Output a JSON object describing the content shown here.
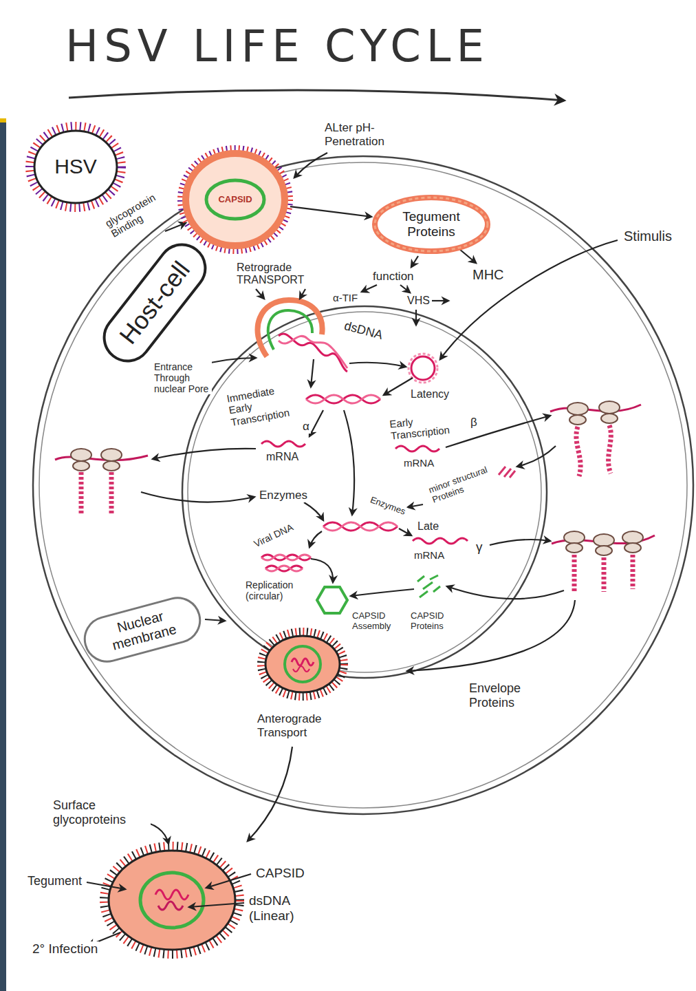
{
  "diagram": {
    "title": "HSV LIFE CYCLE",
    "nodes": [
      {
        "text": [
          "HSV"
        ]
      },
      {
        "text": [
          "CAPSID"
        ]
      },
      {
        "text": [
          "Tegument Proteins"
        ]
      },
      {
        "text": [
          "Host-cell"
        ]
      },
      {
        "text": [
          "Nuclear membrane"
        ]
      }
    ],
    "edges": [
      {
        "from": 1,
        "to": 2,
        "arrow": "to"
      }
    ],
    "labels": [
      "glycoprotein Binding",
      "ALter pH- Penetration",
      "Stimulis",
      "Retrograde TRANSPORT",
      "function",
      "MHC",
      "α-TIF",
      "VHS",
      "dsDNA",
      "Entrance Through nuclear Pore",
      "Latency",
      "Immediate Early Transcription",
      "α",
      "Early Transcription",
      "β",
      "mRNA",
      "mRNA",
      "minor structural Proteins",
      "Enzymes",
      "Enzymes",
      "Late",
      "mRNA",
      "γ",
      "Viral DNA",
      "Replication (circular)",
      "CAPSID Assembly",
      "CAPSID Proteins",
      "Envelope Proteins",
      "Anterograde Transport",
      "Surface glycoproteins",
      "Tegument",
      "CAPSID",
      "dsDNA (Linear)",
      "2° Infection"
    ]
  }
}
